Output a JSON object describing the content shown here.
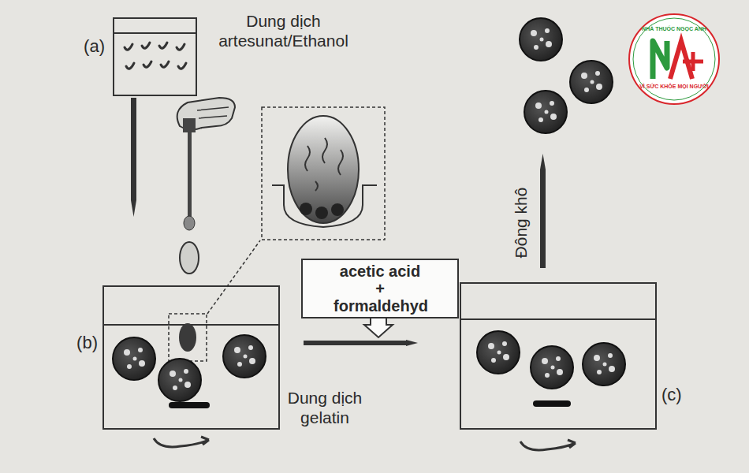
{
  "diagram": {
    "nodes": [
      {
        "text": [
          "(a)"
        ]
      },
      {
        "text": [
          "(b)"
        ]
      },
      {
        "text": [
          "acetic acid + formaldehyd"
        ]
      },
      {
        "text": [
          "(c)"
        ]
      }
    ],
    "labels": [
      "Dung dịch artesunat/Ethanol",
      "Dung dịch gelatin",
      "Đông khô",
      "NHÀ THUỐC NGỌC ANH",
      "VÌ SỨC KHỎE MỌI NGƯỜI"
    ]
  }
}
